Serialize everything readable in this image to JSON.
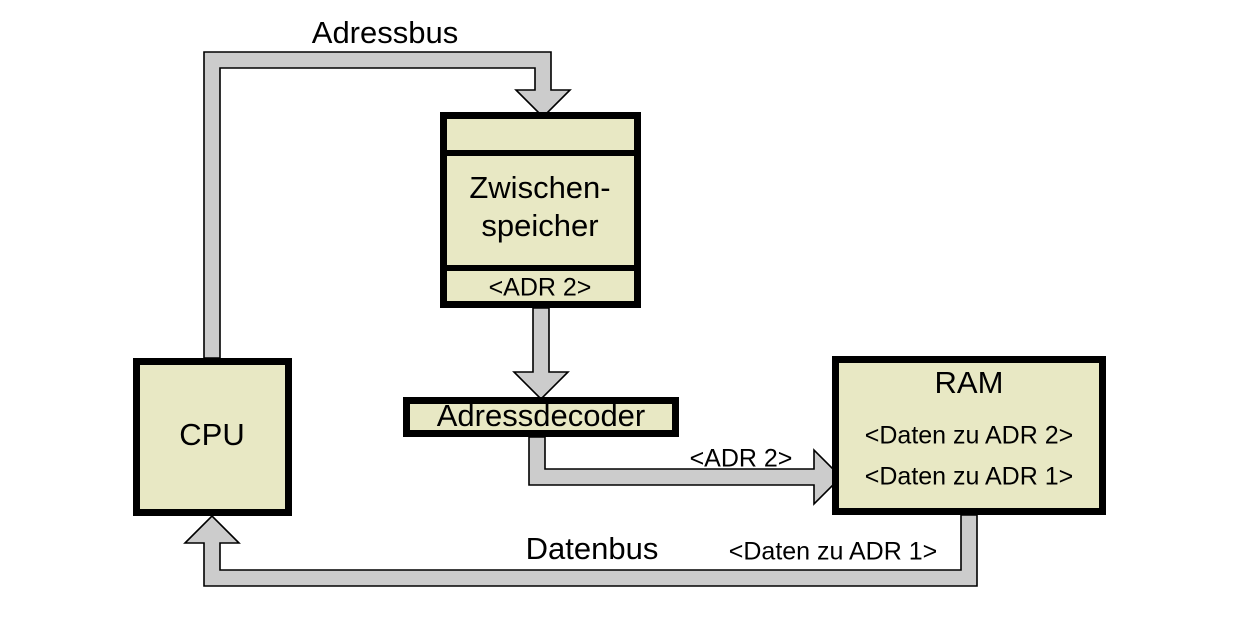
{
  "diagram": {
    "title": "Adressbus und Datenbus Zugriff auf RAM",
    "colors": {
      "box_fill": "#e8e8c4",
      "box_border": "#000000",
      "bus_fill": "#cccccc",
      "bus_border": "#000000",
      "background": "#ffffff",
      "text": "#000000"
    }
  },
  "labels": {
    "adressbus": "Adressbus",
    "datenbus": "Datenbus",
    "adr2_arrow": "<ADR 2>",
    "daten_zu_adr1_bus": "<Daten zu ADR 1>"
  },
  "nodes": {
    "cpu": {
      "name": "CPU"
    },
    "zwischenspeicher": {
      "row_top": "",
      "name_line1": "Zwischen-",
      "name_line2": "speicher",
      "row_bottom": "<ADR 2>"
    },
    "adressdecoder": {
      "name": "Adressdecoder"
    },
    "ram": {
      "name": "RAM",
      "contents": [
        "<Daten zu ADR 2>",
        "<Daten zu ADR 1>"
      ]
    }
  },
  "connections": [
    {
      "id": "adressbus",
      "from": "cpu",
      "to": "zwischenspeicher",
      "label": "Adressbus",
      "style": "block-arrow"
    },
    {
      "id": "zwischenspeicher-to-adressdecoder",
      "from": "zwischenspeicher",
      "to": "adressdecoder",
      "label": "",
      "style": "block-arrow"
    },
    {
      "id": "adressdecoder-to-ram",
      "from": "adressdecoder",
      "to": "ram",
      "label": "<ADR 2>",
      "style": "block-arrow"
    },
    {
      "id": "datenbus",
      "from": "ram",
      "to": "cpu",
      "label": "Datenbus",
      "sublabel": "<Daten zu ADR 1>",
      "style": "block-arrow"
    }
  ]
}
